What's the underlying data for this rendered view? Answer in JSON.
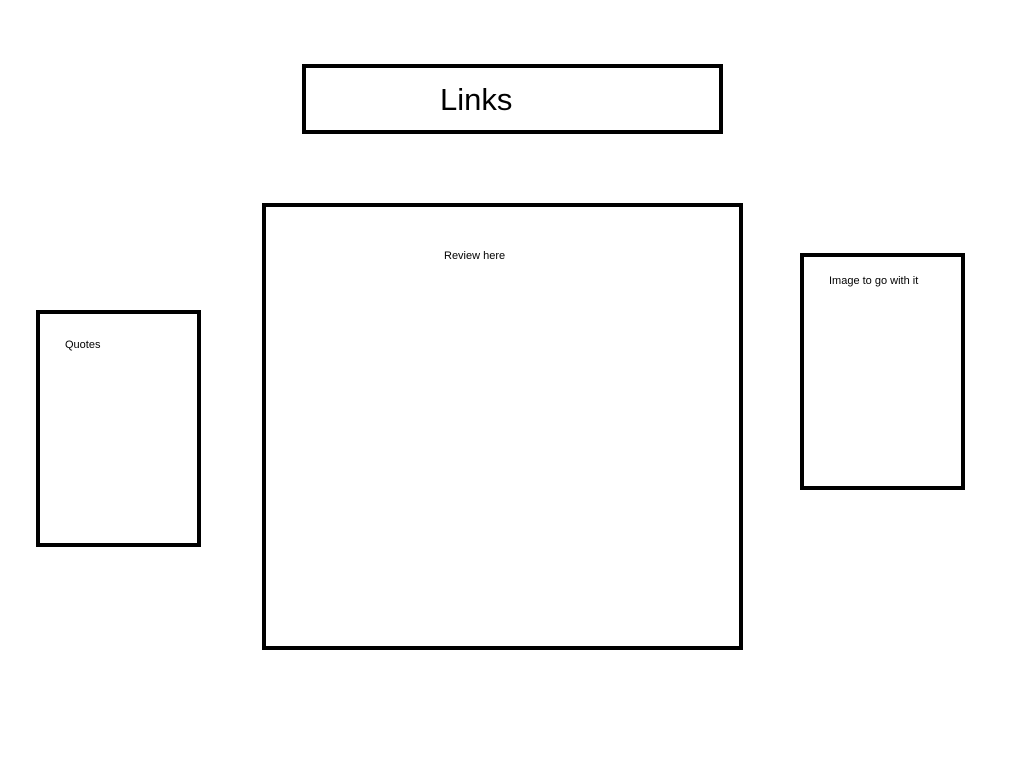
{
  "header": {
    "links_label": "Links"
  },
  "main": {
    "review_label": "Review here"
  },
  "left_panel": {
    "quotes_label": "Quotes"
  },
  "right_panel": {
    "image_label": "Image to go with it"
  }
}
